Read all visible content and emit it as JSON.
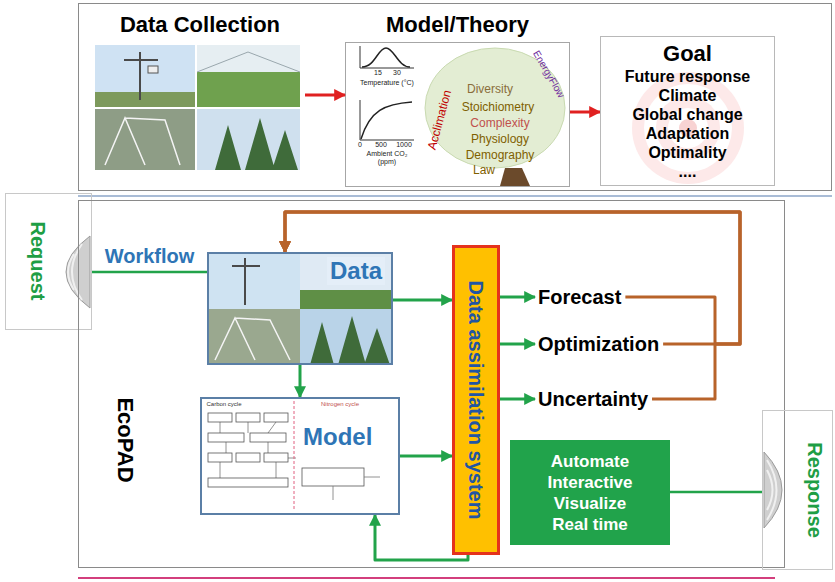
{
  "diagram": {
    "nodes": [
      {
        "text": [
          "Data Collection"
        ]
      },
      {
        "text": [
          "Model/Theory"
        ]
      },
      {
        "text": [
          "Goal",
          "Future response",
          "Climate",
          "Global change",
          "Adaptation",
          "Optimality",
          "...."
        ]
      },
      {
        "text": [
          "Request"
        ]
      },
      {
        "text": [
          "EcoPAD"
        ]
      },
      {
        "text": [
          "Data"
        ],
        "in": 4
      },
      {
        "text": [
          "Model"
        ],
        "in": 4
      },
      {
        "text": [
          "Data assimilation system"
        ],
        "in": 4
      },
      {
        "text": [
          "Forecast"
        ],
        "in": 4
      },
      {
        "text": [
          "Optimization"
        ],
        "in": 4
      },
      {
        "text": [
          "Uncertainty"
        ],
        "in": 4
      },
      {
        "text": [
          "Automate Interactive Visualize Real time"
        ],
        "in": 4
      },
      {
        "text": [
          "Response"
        ]
      }
    ],
    "edges": [
      {
        "from": 0,
        "to": 1,
        "arrow": "to"
      },
      {
        "from": 1,
        "to": 2,
        "arrow": "to"
      },
      {
        "from": 3,
        "to": 5,
        "label": "Workflow",
        "arrow": "none"
      },
      {
        "from": 5,
        "to": 7,
        "arrow": "to"
      },
      {
        "from": 5,
        "to": 6,
        "arrow": "to"
      },
      {
        "from": 6,
        "to": 7,
        "arrow": "to"
      },
      {
        "from": 7,
        "to": 6,
        "arrow": "to"
      },
      {
        "from": 7,
        "to": 8,
        "arrow": "to"
      },
      {
        "from": 7,
        "to": 9,
        "arrow": "to"
      },
      {
        "from": 7,
        "to": 10,
        "arrow": "to"
      },
      {
        "from": 8,
        "to": 5,
        "arrow": "to"
      },
      {
        "from": 9,
        "to": 5,
        "arrow": "to"
      },
      {
        "from": 10,
        "to": 5,
        "arrow": "to"
      },
      {
        "from": 11,
        "to": 12,
        "arrow": "none"
      }
    ],
    "labels": [
      "15",
      "30",
      "Temperature (°C)",
      "0",
      "500",
      "1000",
      "Ambient CO₂ (ppm)",
      "EnergyFlow",
      "Acclimation",
      "Diversity",
      "Stoichiometry",
      "Complexity",
      "Physiology",
      "Demography",
      "Law",
      "Carbon cycle",
      "Nitrogen cycle"
    ]
  }
}
